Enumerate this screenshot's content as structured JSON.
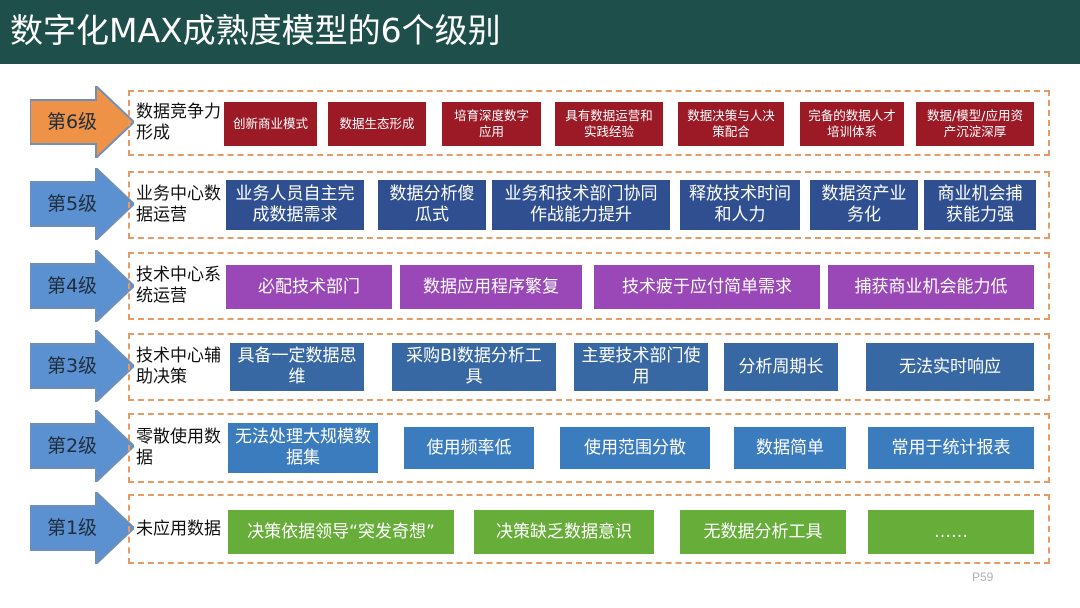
{
  "header": {
    "title": "数字化MAX成熟度模型的6个级别"
  },
  "colors": {
    "header_bg": "#1f4f4a",
    "level6_arrow": "#ee9247",
    "arrow": "#5b91d1",
    "border": "#e79a63"
  },
  "levels": [
    {
      "level": "第6级",
      "category": "数据竞争力形成",
      "items": [
        "创新商业模式",
        "数据生态形成",
        "培育深度数字应用",
        "具有数据运营和实践经验",
        "数据决策与人决策配合",
        "完备的数据人才培训体系",
        "数据/模型/应用资产沉淀深厚"
      ]
    },
    {
      "level": "第5级",
      "category": "业务中心数据运营",
      "items": [
        "业务人员自主完成数据需求",
        "数据分析傻瓜式",
        "业务和技术部门协同作战能力提升",
        "释放技术时间和人力",
        "数据资产业务化",
        "商业机会捕获能力强"
      ]
    },
    {
      "level": "第4级",
      "category": "技术中心系统运营",
      "items": [
        "必配技术部门",
        "数据应用程序繁复",
        "技术疲于应付简单需求",
        "捕获商业机会能力低"
      ]
    },
    {
      "level": "第3级",
      "category": "技术中心辅助决策",
      "items": [
        "具备一定数据思维",
        "采购BI数据分析工具",
        "主要技术部门使用",
        "分析周期长",
        "无法实时响应"
      ]
    },
    {
      "level": "第2级",
      "category": "零散使用数据",
      "items": [
        "无法处理大规模数据集",
        "使用频率低",
        "使用范围分散",
        "数据简单",
        "常用于统计报表"
      ]
    },
    {
      "level": "第1级",
      "category": "未应用数据",
      "items": [
        "决策依据领导“突发奇想”",
        "决策缺乏数据意识",
        "无数据分析工具",
        "……"
      ]
    }
  ],
  "footer": {
    "page_number": "P59"
  }
}
